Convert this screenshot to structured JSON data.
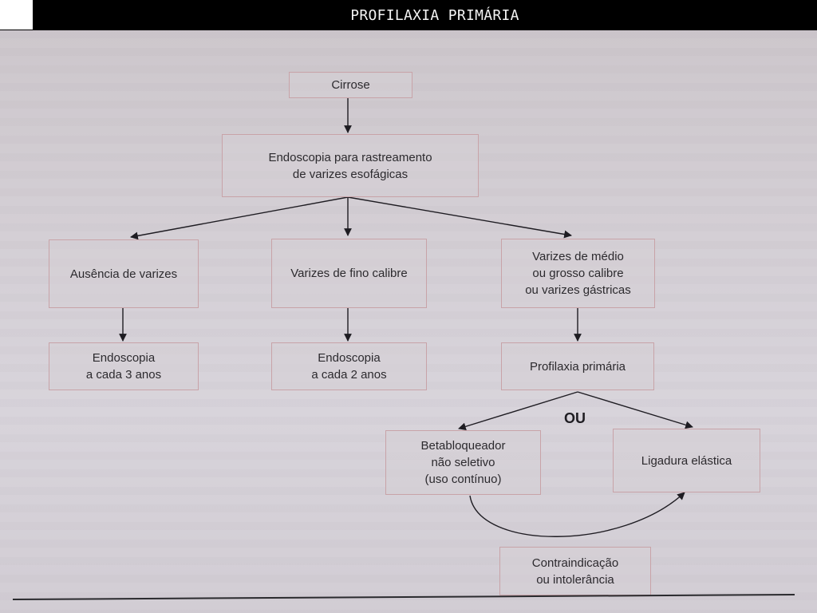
{
  "header": {
    "title": "PROFILAXIA PRIMÁRIA"
  },
  "flowchart": {
    "nodes": {
      "cirrose": "Cirrose",
      "endoscopia_rastreamento": "Endoscopia para rastreamento\nde varizes esofágicas",
      "ausencia_varizes": "Ausência de varizes",
      "varizes_fino": "Varizes de fino calibre",
      "varizes_medio_grosso": "Varizes de médio\nou grosso calibre\nou varizes gástricas",
      "endoscopia_3_anos": "Endoscopia\na cada 3 anos",
      "endoscopia_2_anos": "Endoscopia\na cada 2 anos",
      "profilaxia_primaria": "Profilaxia primária",
      "betabloqueador": "Betabloqueador\nnão seletivo\n(uso contínuo)",
      "ligadura_elastica": "Ligadura elástica",
      "contraindicacao": "Contraindicação\nou intolerância"
    },
    "ou_label": "OU",
    "edges": [
      [
        "cirrose",
        "endoscopia_rastreamento"
      ],
      [
        "endoscopia_rastreamento",
        "ausencia_varizes"
      ],
      [
        "endoscopia_rastreamento",
        "varizes_fino"
      ],
      [
        "endoscopia_rastreamento",
        "varizes_medio_grosso"
      ],
      [
        "ausencia_varizes",
        "endoscopia_3_anos"
      ],
      [
        "varizes_fino",
        "endoscopia_2_anos"
      ],
      [
        "varizes_medio_grosso",
        "profilaxia_primaria"
      ],
      [
        "profilaxia_primaria",
        "betabloqueador"
      ],
      [
        "profilaxia_primaria",
        "ligadura_elastica"
      ],
      [
        "betabloqueador",
        "ligadura_elastica"
      ]
    ]
  }
}
